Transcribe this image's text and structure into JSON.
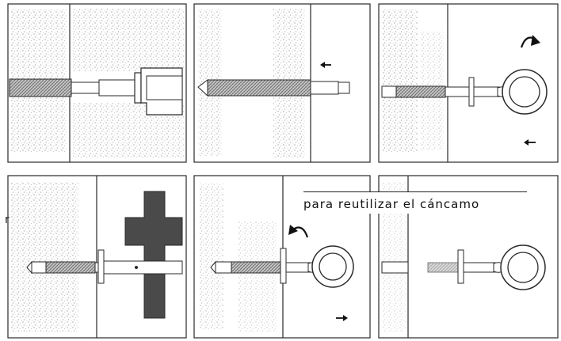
{
  "caption": "para reutilizar el cáncamo",
  "edge_mark": "r",
  "colors": {
    "ink": "#2a2a2a",
    "wall_speckle": "#b8b8b8",
    "hatch": "#8a8a8a",
    "dark_block": "#4a4a4a"
  },
  "panels": [
    {
      "id": "panel-1",
      "arrow": "none"
    },
    {
      "id": "panel-2",
      "arrow": "left"
    },
    {
      "id": "panel-3",
      "arrow": "rotate-cw-and-left"
    },
    {
      "id": "panel-4",
      "arrow": "none"
    },
    {
      "id": "panel-5",
      "arrow": "rotate-ccw-and-right"
    },
    {
      "id": "panel-6",
      "arrow": "none"
    }
  ]
}
